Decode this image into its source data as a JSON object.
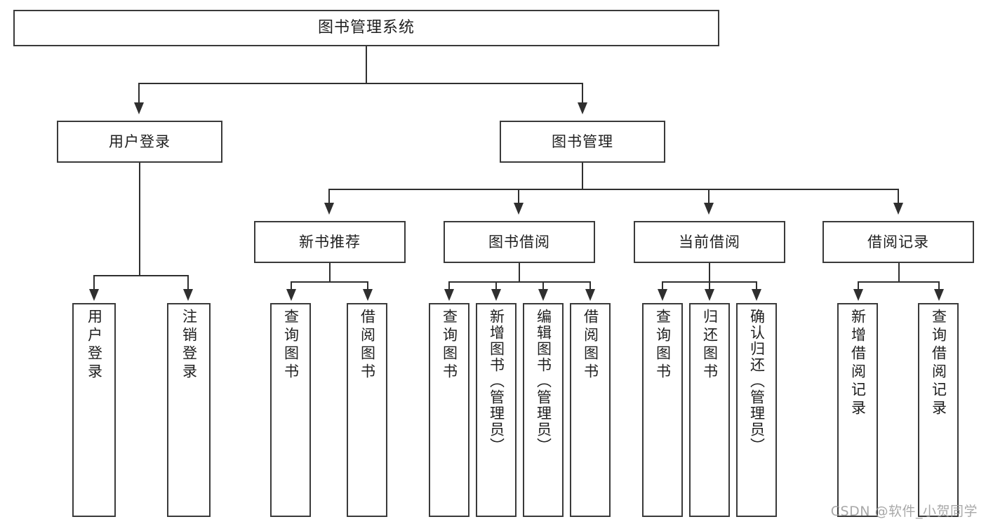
{
  "diagram": {
    "title": "图书管理系统",
    "type": "tree",
    "watermark": "CSDN @软件_小贺同学",
    "colors": {
      "box_border": "#3a3a3a",
      "connector": "#2f2f2f",
      "background": "#ffffff",
      "text": "#1f1f1f",
      "watermark": "#9a9a9a"
    },
    "root": {
      "label": "图书管理系统"
    },
    "level2": [
      {
        "label": "用户登录"
      },
      {
        "label": "图书管理"
      }
    ],
    "level3": [
      {
        "label": "新书推荐"
      },
      {
        "label": "图书借阅"
      },
      {
        "label": "当前借阅"
      },
      {
        "label": "借阅记录"
      }
    ],
    "leaves_user_login": [
      {
        "label": "用户登录"
      },
      {
        "label": "注销登录"
      }
    ],
    "leaves_new_book": [
      {
        "label": "查询图书"
      },
      {
        "label": "借阅图书"
      }
    ],
    "leaves_borrow": [
      {
        "label": "查询图书"
      },
      {
        "label": "新增图书（管理员）"
      },
      {
        "label": "编辑图书（管理员）"
      },
      {
        "label": "借阅图书"
      }
    ],
    "leaves_current": [
      {
        "label": "查询图书"
      },
      {
        "label": "归还图书"
      },
      {
        "label": "确认归还（管理员）"
      }
    ],
    "leaves_records": [
      {
        "label": "新增借阅记录"
      },
      {
        "label": "查询借阅记录"
      }
    ]
  }
}
